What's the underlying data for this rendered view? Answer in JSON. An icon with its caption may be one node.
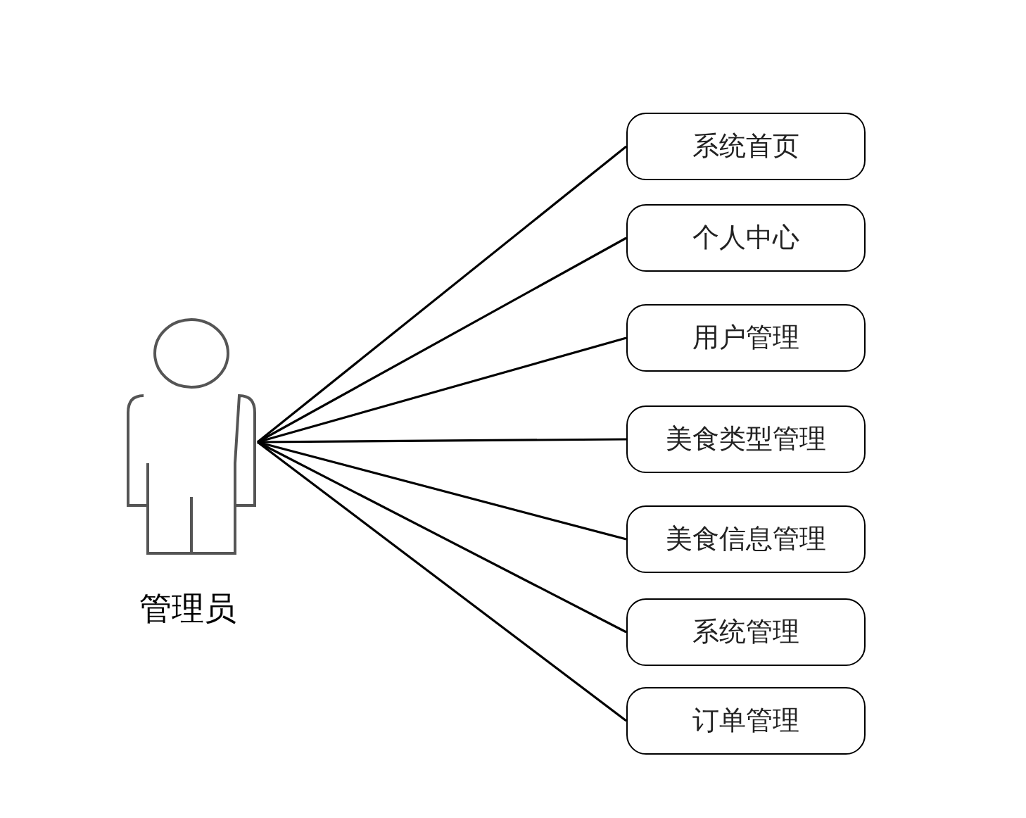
{
  "diagram": {
    "nodes": [
      {
        "text": [
          "管理员"
        ]
      },
      {
        "text": [
          "系统首页"
        ]
      },
      {
        "text": [
          "个人中心"
        ]
      },
      {
        "text": [
          "用户管理"
        ]
      },
      {
        "text": [
          "美食类型管理"
        ]
      },
      {
        "text": [
          "美食信息管理"
        ]
      },
      {
        "text": [
          "系统管理"
        ]
      },
      {
        "text": [
          "订单管理"
        ]
      }
    ],
    "edges": [
      {
        "from": 0,
        "to": 1,
        "arrow": "none"
      },
      {
        "from": 0,
        "to": 2,
        "arrow": "none"
      },
      {
        "from": 0,
        "to": 3,
        "arrow": "none"
      },
      {
        "from": 0,
        "to": 4,
        "arrow": "none"
      },
      {
        "from": 0,
        "to": 5,
        "arrow": "none"
      },
      {
        "from": 0,
        "to": 6,
        "arrow": "none"
      },
      {
        "from": 0,
        "to": 7,
        "arrow": "none"
      }
    ]
  }
}
